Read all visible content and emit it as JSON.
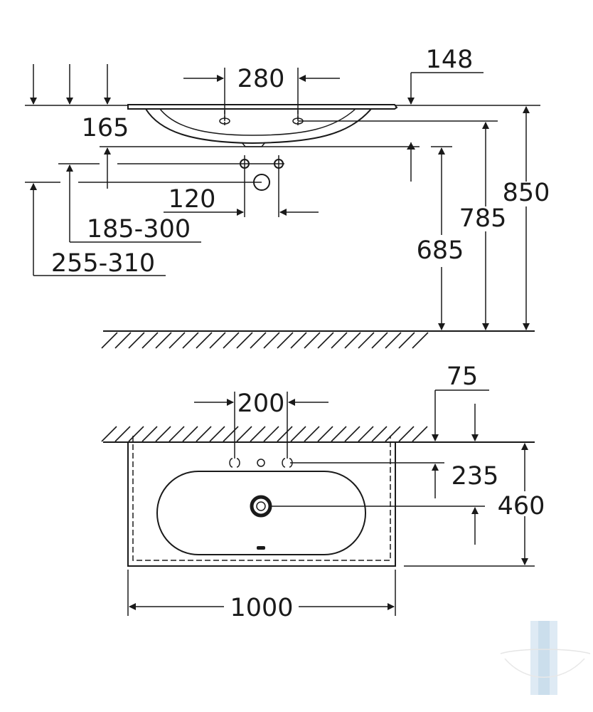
{
  "side_view": {
    "tap_spacing": "280",
    "rim_overhang": "148",
    "tap_hole_depth": "165",
    "drain_offset": "120",
    "supply_height_1": "185-300",
    "supply_height_2": "255-310",
    "drain_height": "685",
    "basin_bottom_height": "785",
    "rim_height": "850"
  },
  "top_view": {
    "tap_spacing": "200",
    "wall_offset": "75",
    "drain_distance": "235",
    "depth": "460",
    "width": "1000"
  },
  "colors": {
    "line": "#1a1a1a",
    "background": "#ffffff",
    "watermark": "#cfe0ee"
  }
}
